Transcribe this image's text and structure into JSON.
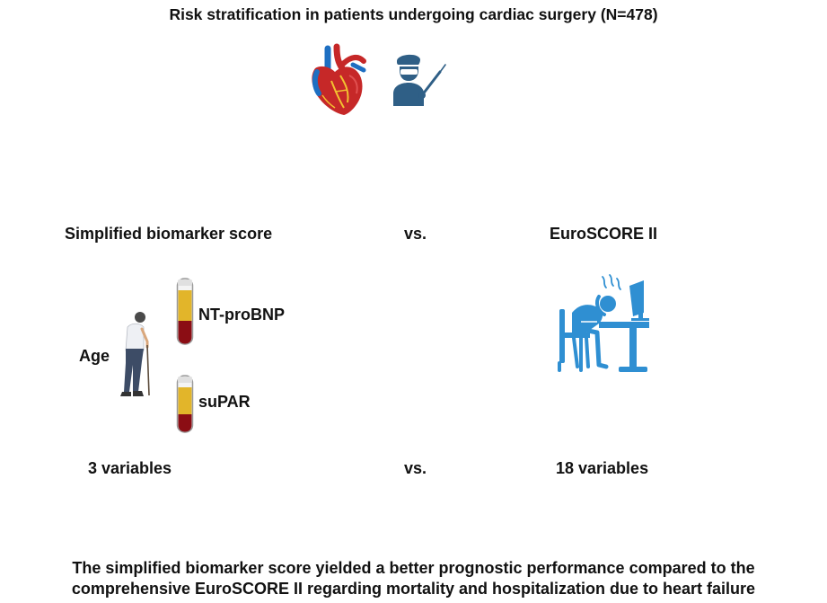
{
  "title": "Risk stratification in patients undergoing cardiac surgery (N=478)",
  "comparison": {
    "left_heading": "Simplified biomarker score",
    "vs_label": "vs.",
    "right_heading": "EuroSCORE II"
  },
  "variables": {
    "age": "Age",
    "biomarker_1": "NT-proBNP",
    "biomarker_2": "suPAR"
  },
  "counts": {
    "left": "3 variables",
    "vs_label": "vs.",
    "right": "18 variables"
  },
  "conclusion": {
    "line1": "The simplified biomarker score yielded a better prognostic performance compared to the",
    "line2": "comprehensive EuroSCORE II regarding mortality and hospitalization due to heart failure"
  },
  "icons": {
    "heart": "heart-icon",
    "surgeon": "surgeon-icon",
    "elderly_person": "elderly-person-icon",
    "blood_tube": "blood-tube-icon",
    "exhausted_worker": "exhausted-worker-icon"
  },
  "colors": {
    "heart_red": "#c62828",
    "heart_blue": "#1e6fc2",
    "surgeon": "#2f5f86",
    "worker_blue": "#2f8fd2",
    "blood": "#8b0d14",
    "plasma": "#e2b52a"
  }
}
